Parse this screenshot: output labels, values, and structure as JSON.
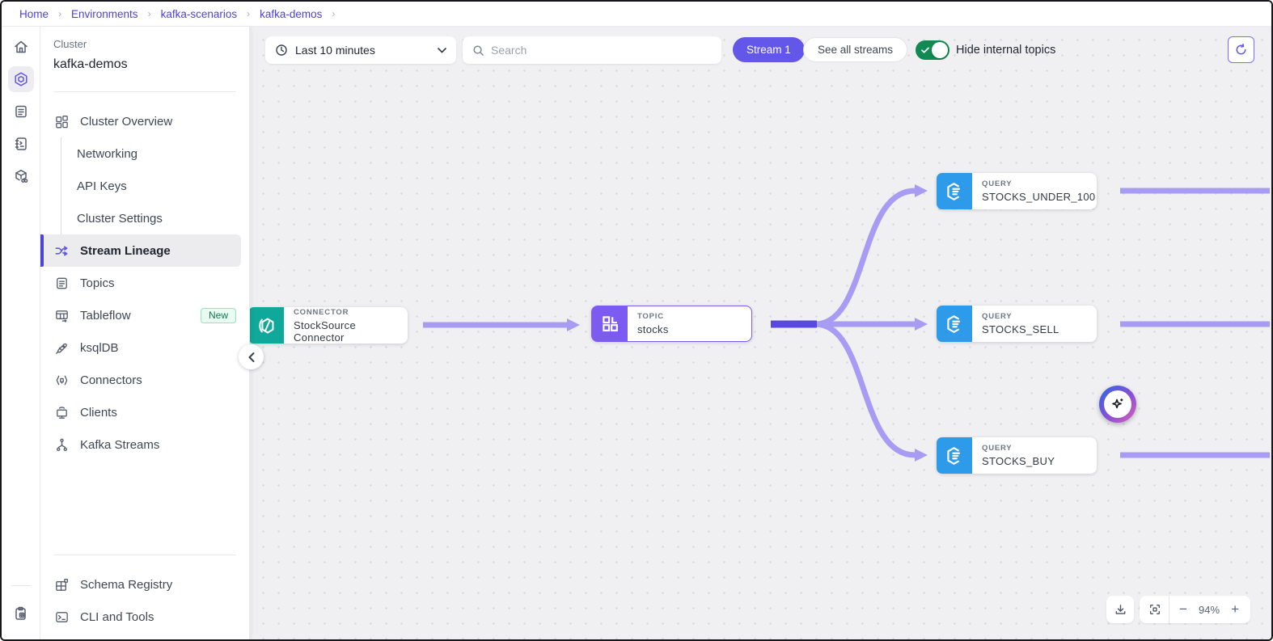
{
  "breadcrumb": {
    "items": [
      {
        "label": "Home"
      },
      {
        "label": "Environments"
      },
      {
        "label": "kafka-scenarios"
      },
      {
        "label": "kafka-demos"
      }
    ]
  },
  "rail": {
    "icons": [
      "home-icon",
      "cluster-hexagon-icon",
      "topics-document-icon",
      "notebook-icon",
      "environment-cube-link-icon",
      "clipboard-icon"
    ]
  },
  "sidebar": {
    "section_label": "Cluster",
    "cluster_name": "kafka-demos",
    "items": [
      {
        "label": "Cluster Overview",
        "icon": "grid-icon"
      },
      {
        "label": "Networking"
      },
      {
        "label": "API Keys"
      },
      {
        "label": "Cluster Settings"
      },
      {
        "label": "Stream Lineage",
        "icon": "lineage-shuffle-icon",
        "active": true
      },
      {
        "label": "Topics",
        "icon": "document-icon"
      },
      {
        "label": "Tableflow",
        "icon": "tableflow-icon",
        "badge": "New"
      },
      {
        "label": "ksqlDB",
        "icon": "rocket-icon"
      },
      {
        "label": "Connectors",
        "icon": "plug-brackets-icon"
      },
      {
        "label": "Clients",
        "icon": "monitor-icon"
      },
      {
        "label": "Kafka Streams",
        "icon": "streams-tree-icon"
      }
    ],
    "footer_items": [
      {
        "label": "Schema Registry",
        "icon": "schema-grid-icon"
      },
      {
        "label": "CLI and Tools",
        "icon": "terminal-icon"
      }
    ]
  },
  "toolbar": {
    "time_range": "Last 10 minutes",
    "search_placeholder": "Search",
    "stream_button_label": "Stream 1",
    "see_all_streams_label": "See all streams",
    "toggle_label": "Hide internal topics",
    "toggle_on": true
  },
  "canvas": {
    "nodes": {
      "connector": {
        "type_label": "CONNECTOR",
        "name": "StockSource Connector"
      },
      "topic": {
        "type_label": "TOPIC",
        "name": "stocks",
        "selected": true
      },
      "query1": {
        "type_label": "QUERY",
        "name": "STOCKS_UNDER_100"
      },
      "query2": {
        "type_label": "QUERY",
        "name": "STOCKS_SELL"
      },
      "query3": {
        "type_label": "QUERY",
        "name": "STOCKS_BUY"
      }
    },
    "zoom_controls": {
      "zoom_out": "−",
      "zoom_level": "94%",
      "zoom_in": "+"
    }
  },
  "colors": {
    "breadcrumb_link": "#4C43D6",
    "accent_purple": "#6257E8",
    "edge_purple": "#A79BF4",
    "edge_selected": "#584AE0",
    "connector_teal": "#10A89B",
    "topic_purple": "#7C5BF0",
    "query_blue": "#2E9BEA",
    "toggle_green": "#0E8A52",
    "badge_text_green": "#0E7A4E",
    "canvas_background": "#F0F0F2"
  }
}
